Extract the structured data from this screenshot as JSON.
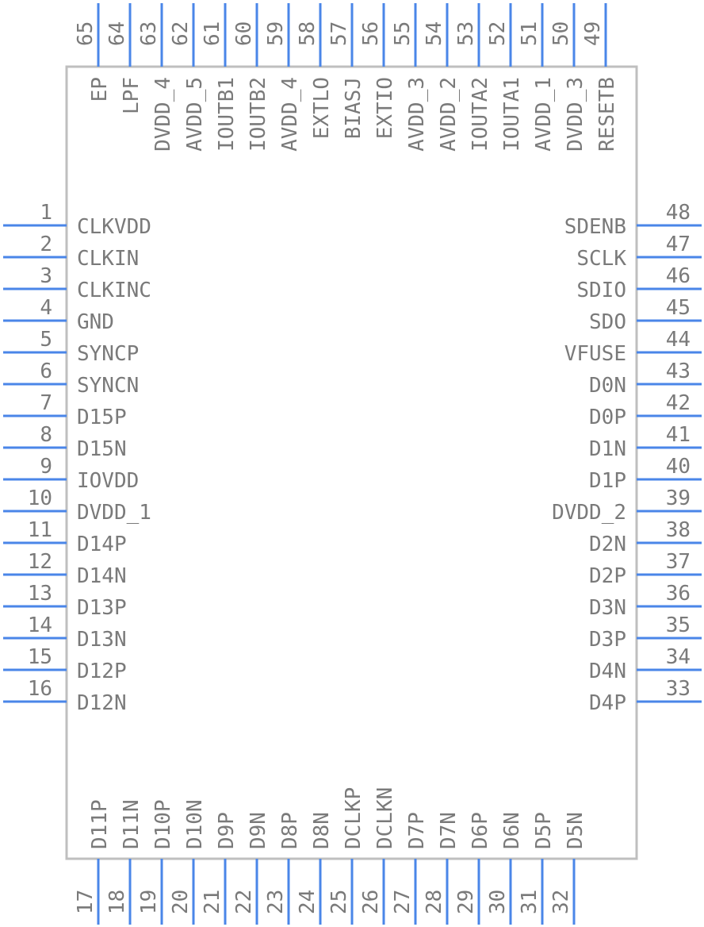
{
  "colors": {
    "body_outline": "#bfbfbf",
    "pin_line": "#4a86e8",
    "text": "#7a7a7a"
  },
  "pins": {
    "left": [
      {
        "number": "1",
        "name": "CLKVDD"
      },
      {
        "number": "2",
        "name": "CLKIN"
      },
      {
        "number": "3",
        "name": "CLKINC"
      },
      {
        "number": "4",
        "name": "GND"
      },
      {
        "number": "5",
        "name": "SYNCP"
      },
      {
        "number": "6",
        "name": "SYNCN"
      },
      {
        "number": "7",
        "name": "D15P"
      },
      {
        "number": "8",
        "name": "D15N"
      },
      {
        "number": "9",
        "name": "IOVDD"
      },
      {
        "number": "10",
        "name": "DVDD_1"
      },
      {
        "number": "11",
        "name": "D14P"
      },
      {
        "number": "12",
        "name": "D14N"
      },
      {
        "number": "13",
        "name": "D13P"
      },
      {
        "number": "14",
        "name": "D13N"
      },
      {
        "number": "15",
        "name": "D12P"
      },
      {
        "number": "16",
        "name": "D12N"
      }
    ],
    "bottom": [
      {
        "number": "17",
        "name": "D11P"
      },
      {
        "number": "18",
        "name": "D11N"
      },
      {
        "number": "19",
        "name": "D10P"
      },
      {
        "number": "20",
        "name": "D10N"
      },
      {
        "number": "21",
        "name": "D9P"
      },
      {
        "number": "22",
        "name": "D9N"
      },
      {
        "number": "23",
        "name": "D8P"
      },
      {
        "number": "24",
        "name": "D8N"
      },
      {
        "number": "25",
        "name": "DCLKP"
      },
      {
        "number": "26",
        "name": "DCLKN"
      },
      {
        "number": "27",
        "name": "D7P"
      },
      {
        "number": "28",
        "name": "D7N"
      },
      {
        "number": "29",
        "name": "D6P"
      },
      {
        "number": "30",
        "name": "D6N"
      },
      {
        "number": "31",
        "name": "D5P"
      },
      {
        "number": "32",
        "name": "D5N"
      }
    ],
    "right": [
      {
        "number": "48",
        "name": "SDENB"
      },
      {
        "number": "47",
        "name": "SCLK"
      },
      {
        "number": "46",
        "name": "SDIO"
      },
      {
        "number": "45",
        "name": "SDO"
      },
      {
        "number": "44",
        "name": "VFUSE"
      },
      {
        "number": "43",
        "name": "D0N"
      },
      {
        "number": "42",
        "name": "D0P"
      },
      {
        "number": "41",
        "name": "D1N"
      },
      {
        "number": "40",
        "name": "D1P"
      },
      {
        "number": "39",
        "name": "DVDD_2"
      },
      {
        "number": "38",
        "name": "D2N"
      },
      {
        "number": "37",
        "name": "D2P"
      },
      {
        "number": "36",
        "name": "D3N"
      },
      {
        "number": "35",
        "name": "D3P"
      },
      {
        "number": "34",
        "name": "D4N"
      },
      {
        "number": "33",
        "name": "D4P"
      }
    ],
    "top": [
      {
        "number": "65",
        "name": "EP"
      },
      {
        "number": "64",
        "name": "LPF"
      },
      {
        "number": "63",
        "name": "DVDD_4"
      },
      {
        "number": "62",
        "name": "AVDD_5"
      },
      {
        "number": "61",
        "name": "IOUTB1"
      },
      {
        "number": "60",
        "name": "IOUTB2"
      },
      {
        "number": "59",
        "name": "AVDD_4"
      },
      {
        "number": "58",
        "name": "EXTLO"
      },
      {
        "number": "57",
        "name": "BIASJ"
      },
      {
        "number": "56",
        "name": "EXTIO"
      },
      {
        "number": "55",
        "name": "AVDD_3"
      },
      {
        "number": "54",
        "name": "AVDD_2"
      },
      {
        "number": "53",
        "name": "IOUTA2"
      },
      {
        "number": "52",
        "name": "IOUTA1"
      },
      {
        "number": "51",
        "name": "AVDD_1"
      },
      {
        "number": "50",
        "name": "DVDD_3"
      },
      {
        "number": "49",
        "name": "RESETB"
      }
    ]
  }
}
